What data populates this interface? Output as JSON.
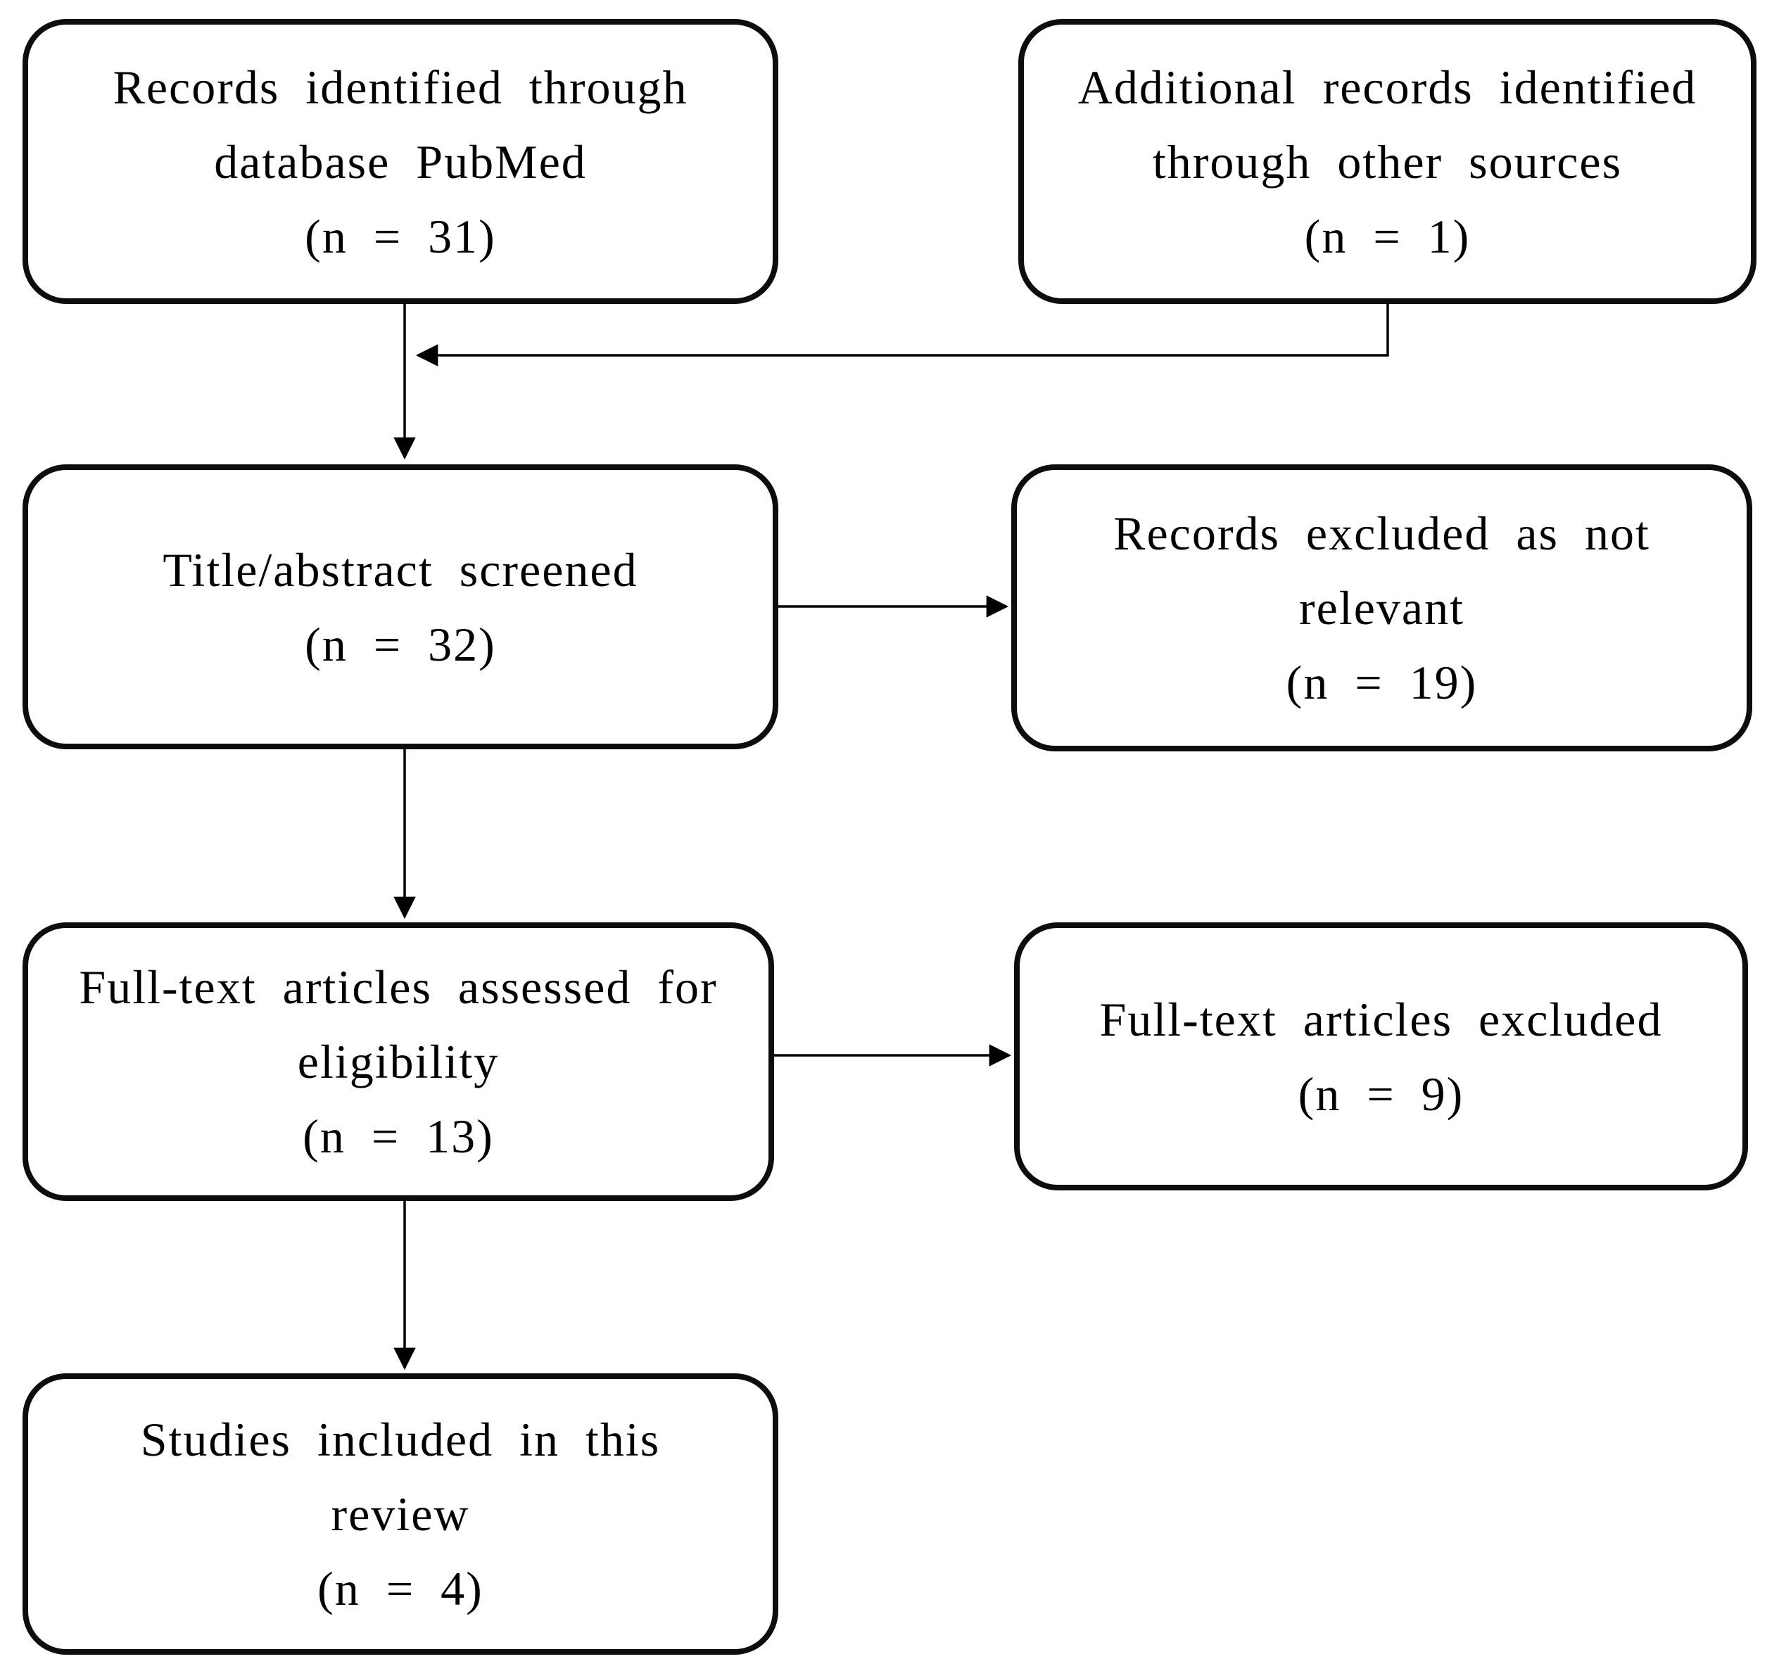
{
  "colors": {
    "background": "#ffffff",
    "box_fill": "#ffffff",
    "box_border": "#000000",
    "text": "#000000",
    "arrow": "#000000"
  },
  "boxes": {
    "records_identified": {
      "lines": [
        "Records identified through",
        "database PubMed",
        "(n = 31)"
      ]
    },
    "additional_records": {
      "lines": [
        "Additional records identified",
        "through other sources",
        "(n = 1)"
      ]
    },
    "title_abstract_screened": {
      "lines": [
        "Title/abstract screened",
        "(n = 32)"
      ]
    },
    "records_excluded": {
      "lines": [
        "Records excluded as not",
        "relevant",
        "(n = 19)"
      ]
    },
    "fulltext_assessed": {
      "lines": [
        "Full-text articles assessed for",
        "eligibility",
        "(n = 13)"
      ]
    },
    "fulltext_excluded": {
      "lines": [
        "Full-text articles excluded",
        "(n = 9)"
      ]
    },
    "studies_included": {
      "lines": [
        "Studies included in this",
        "review",
        "(n = 4)"
      ]
    }
  },
  "edges": [
    {
      "from": "records_identified",
      "to": "title_abstract_screened"
    },
    {
      "from": "additional_records",
      "to": "title_abstract_screened"
    },
    {
      "from": "title_abstract_screened",
      "to": "records_excluded"
    },
    {
      "from": "title_abstract_screened",
      "to": "fulltext_assessed"
    },
    {
      "from": "fulltext_assessed",
      "to": "fulltext_excluded"
    },
    {
      "from": "fulltext_assessed",
      "to": "studies_included"
    }
  ]
}
